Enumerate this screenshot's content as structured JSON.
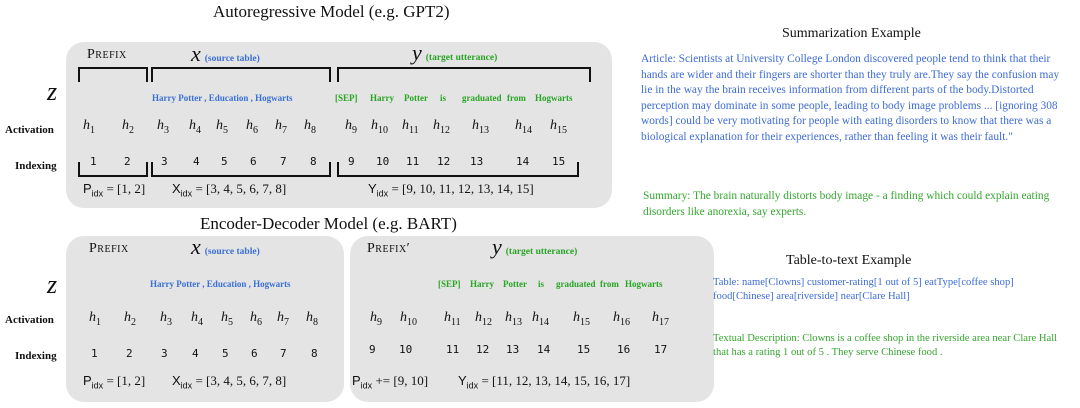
{
  "ar": {
    "title": "Autoregressive  Model  (e.g. GPT2)",
    "prefix": "Prefix",
    "x_var": "x",
    "x_note": "(source table)",
    "y_var": "y",
    "y_note": "(target utterance)",
    "z": "z",
    "source_tokens": "Harry  Potter  ,  Education  ,  Hogwarts",
    "target_tokens": [
      "[SEP]",
      "Harry",
      "Potter",
      "is",
      "graduated",
      "from",
      "Hogwarts"
    ],
    "activation_label": "Activation",
    "indexing_label": "Indexing",
    "h_indices": [
      "1",
      "2",
      "3",
      "4",
      "5",
      "6",
      "7",
      "8",
      "9",
      "10",
      "11",
      "12",
      "13",
      "14",
      "15"
    ],
    "indices": [
      "1",
      "2",
      "3",
      "4",
      "5",
      "6",
      "7",
      "8",
      "9",
      "10",
      "11",
      "12",
      "13",
      "14",
      "15"
    ],
    "p_idx": "[1, 2]",
    "x_idx": "[3, 4, 5, 6, 7, 8]",
    "y_idx": "[9, 10, 11, 12, 13, 14, 15]"
  },
  "ed": {
    "title": "Encoder-Decoder Model  (e.g. BART)",
    "enc": {
      "prefix": "Prefix",
      "x_var": "x",
      "x_note": "(source table)",
      "z": "z",
      "source_tokens": "Harry  Potter  ,  Education  ,  Hogwarts",
      "activation_label": "Activation",
      "indexing_label": "Indexing",
      "h_indices": [
        "1",
        "2",
        "3",
        "4",
        "5",
        "6",
        "7",
        "8"
      ],
      "indices": [
        "1",
        "2",
        "3",
        "4",
        "5",
        "6",
        "7",
        "8"
      ],
      "p_idx": "[1, 2]",
      "x_idx": "[3, 4, 5, 6, 7, 8]"
    },
    "dec": {
      "prefix": "Prefix′",
      "y_var": "y",
      "y_note": "(target utterance)",
      "target_tokens": [
        "[SEP]",
        "Harry",
        "Potter",
        "is",
        "graduated",
        "from",
        "Hogwarts"
      ],
      "h_indices": [
        "9",
        "10",
        "11",
        "12",
        "13",
        "14",
        "15",
        "16",
        "17"
      ],
      "indices": [
        "9",
        "10",
        "11",
        "12",
        "13",
        "14",
        "15",
        "16",
        "17"
      ],
      "p_idx_op": "+=",
      "p_idx": "[9, 10]",
      "y_idx": "[11, 12, 13, 14, 15, 16, 17]"
    }
  },
  "notation": {
    "h": "h",
    "p": "P",
    "x": "X",
    "y": "Y",
    "sub": "idx",
    "eq": "="
  },
  "summarization": {
    "title": "Summarization Example",
    "article": "Article: Scientists at University College London discovered people tend to think that their hands are wider and their fingers are shorter than they truly are.They say the confusion may lie in the way the brain receives information from different parts of the body.Distorted perception may dominate in some people, leading to body image problems ... [ignoring 308 words] could be very motivating for people with eating disorders to know that there was a biological explanation for their experiences, rather than feeling it was their fault.\"",
    "summary": "Summary: The brain naturally distorts body image - a finding which could explain eating disorders like anorexia, say experts."
  },
  "table_to_text": {
    "title": "Table-to-text Example",
    "table": "Table:  name[Clowns] customer-rating[1 out of 5]  eatType[coffee shop] food[Chinese] area[riverside]  near[Clare Hall]",
    "description": "Textual Description: Clowns is a coffee shop in the riverside area near Clare Hall that has a rating 1 out of 5 . They serve Chinese food ."
  },
  "colors": {
    "panel": "#e4e4e4",
    "source_blue": "#3a6fd8",
    "target_green": "#27a523",
    "article_blue": "#3d6bd6",
    "summary_green": "#35a52f"
  }
}
